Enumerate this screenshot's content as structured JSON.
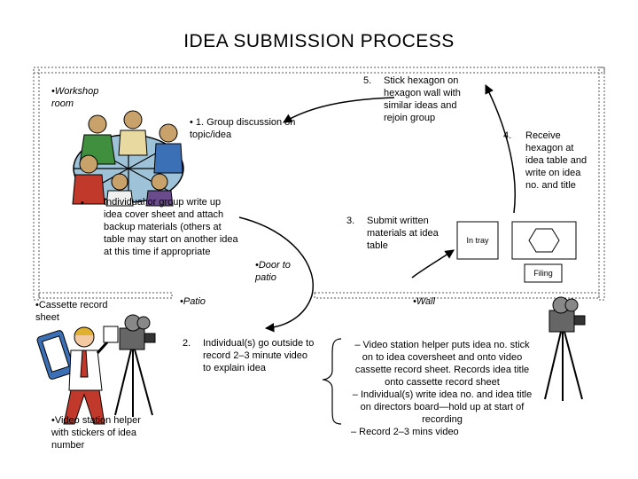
{
  "title": "IDEA SUBMISSION PROCESS",
  "labels": {
    "workshop_room": "•Workshop room",
    "group_discussion": "• 1. Group discussion on topic/idea",
    "individual_bullet": "•",
    "individual_write": "Individual or group write up idea cover sheet and attach backup materials (others at table may start on another idea at this time if appropriate",
    "door_to_patio": "•Door to patio",
    "cassette_record": "•Cassette record sheet",
    "patio": "•Patio",
    "step2_num": "2.",
    "step2_text": "Individual(s) go outside to record 2–3 minute video to explain idea",
    "video_helper": "•Video station helper with stickers of idea number",
    "step3_num": "3.",
    "step3_text": "Submit written materials at idea table",
    "in_tray": "In tray",
    "filing": "Filing",
    "wall": "•Wall",
    "step4_num": "4.",
    "step4_text": "Receive hexagon at idea table and write on idea no. and title",
    "step5_num": "5.",
    "step5_text": "Stick hexagon on hexagon wall with similar ideas and rejoin group",
    "video_list": [
      "– Video station helper puts idea no. stick on to idea coversheet and onto video cassette record sheet. Records idea title onto cassette record sheet",
      "– Individual(s) write idea no. and idea title on directors board—hold up at start of recording",
      "– Record 2–3 mins video"
    ]
  },
  "colors": {
    "border_dots": "#555555",
    "arrow": "#000000",
    "clipart_red": "#c0392b",
    "clipart_blue": "#3b6fb6",
    "clipart_green": "#3f8f3f"
  },
  "icons": [
    "meeting-clipart-icon",
    "video-camera-icon",
    "person-clipboard-icon",
    "hexagon-icon"
  ]
}
